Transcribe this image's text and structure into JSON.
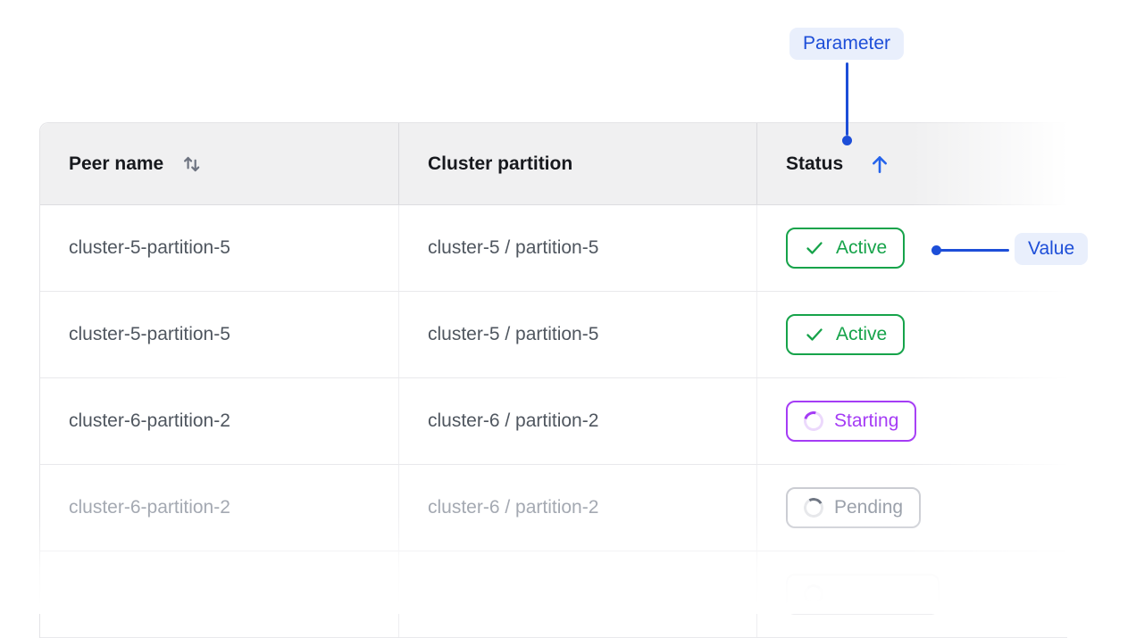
{
  "colors": {
    "accent": "#1d4ed8",
    "pill_bg": "#e9effc",
    "sort_arrow": "#2563eb",
    "sort_both": "#6d7380",
    "header_bg": "#f0f0f1",
    "header_text": "#17191e",
    "cell_text": "#4f565f",
    "muted_text": "#a4a9b2",
    "row_border": "#e9e9ec",
    "status_active": "#16a34a",
    "status_starting": "#a53cf5",
    "status_pending_border": "#cbcdd3",
    "status_pending_text": "#9ba1ab"
  },
  "annotations": {
    "parameter": {
      "label": "Parameter"
    },
    "value": {
      "label": "Value"
    }
  },
  "table": {
    "header": {
      "peer_name": "Peer name",
      "cluster_partition": "Cluster partition",
      "status": "Status"
    },
    "sort": {
      "peer_name": "unsorted",
      "status": "ascending"
    },
    "rows": [
      {
        "peer_name": "cluster-5-partition-5",
        "cluster_partition": "cluster-5 / partition-5",
        "status": "Active",
        "state": "active"
      },
      {
        "peer_name": "cluster-5-partition-5",
        "cluster_partition": "cluster-5 / partition-5",
        "status": "Active",
        "state": "active"
      },
      {
        "peer_name": "cluster-6-partition-2",
        "cluster_partition": "cluster-6 / partition-2",
        "status": "Starting",
        "state": "starting"
      },
      {
        "peer_name": "cluster-6-partition-2",
        "cluster_partition": "cluster-6 / partition-2",
        "status": "Pending",
        "state": "pending"
      },
      {
        "peer_name": "",
        "cluster_partition": "",
        "status": "",
        "state": "ghost"
      }
    ]
  }
}
